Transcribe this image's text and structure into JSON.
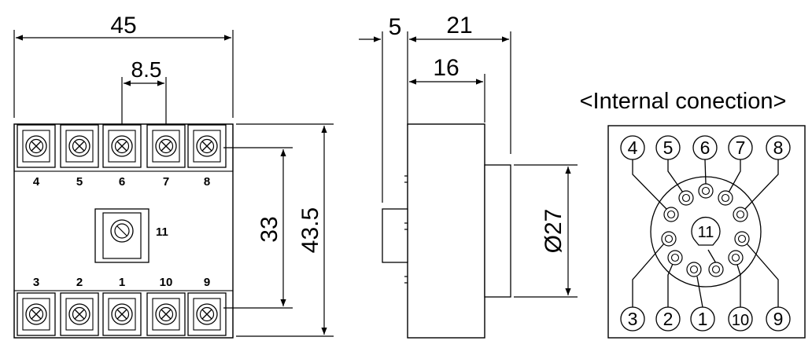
{
  "front_view": {
    "width_label": "45",
    "pitch_label": "8.5",
    "height_inner_label": "33",
    "height_outer_label": "43.5",
    "top_terminals": [
      "4",
      "5",
      "6",
      "7",
      "8"
    ],
    "bottom_terminals": [
      "3",
      "2",
      "1",
      "10",
      "9"
    ],
    "center_terminal": "11"
  },
  "side_view": {
    "offset_label": "5",
    "depth_label": "21",
    "body_label": "16",
    "diameter_label": "Ø27"
  },
  "internal": {
    "title": "<Internal conection>",
    "top_labels": [
      "4",
      "5",
      "6",
      "7",
      "8"
    ],
    "bottom_labels": [
      "3",
      "2",
      "1",
      "10",
      "9"
    ],
    "center_label": "11"
  }
}
